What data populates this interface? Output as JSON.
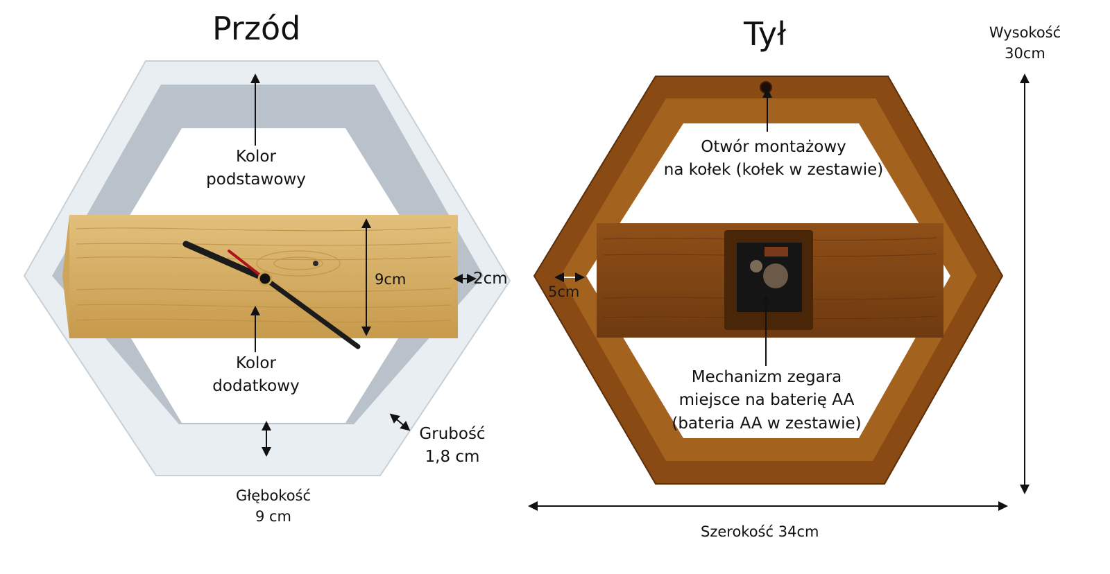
{
  "front": {
    "title": "Przód",
    "base_color": [
      "Kolor",
      "podstawowy"
    ],
    "accent_color": [
      "Kolor",
      "dodatkowy"
    ],
    "board_height": "9cm",
    "frame_width": "2cm",
    "thickness": [
      "Grubość",
      "1,8 cm"
    ],
    "depth": [
      "Głębokość",
      "9 cm"
    ],
    "colors": {
      "frame": "#e7ecf0",
      "inner": "#bfc7ce",
      "board": "#d8b165",
      "hands": "#1b1b1b",
      "second_hand": "#b0121b"
    }
  },
  "back": {
    "title": "Tył",
    "mount_hole": [
      "Otwór montażowy",
      "na kołek (kołek w zestawie)"
    ],
    "mechanism": [
      "Mechanizm zegara",
      "miejsce na baterię AA",
      "(bateria AA w zestawie)"
    ],
    "frame_width": "5cm",
    "colors": {
      "frame": "#8a4a14",
      "inner": "#6b3a10",
      "board": "#9a5a20",
      "mechanism": "#151515"
    }
  },
  "dimensions": {
    "height": [
      "Wysokość",
      "30cm"
    ],
    "width": "Szerokość 34cm"
  }
}
